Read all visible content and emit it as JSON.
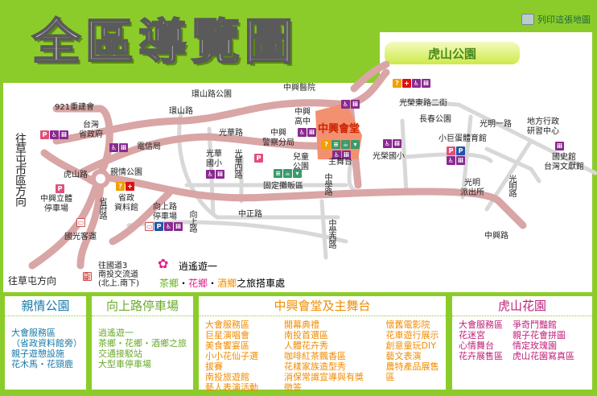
{
  "header": {
    "title": "全區導覽圖",
    "print_label": "列印這張地圖",
    "destination": "虎山公園"
  },
  "map": {
    "labels": {
      "rebuild": "921重建會",
      "huanshan_rd": "環山路",
      "huanshan_park": "環山路公園",
      "zhongxing_hospital": "中興醫院",
      "guangrong_e2": "光榮東路二街",
      "taiwan_gov": "台灣\n省政府",
      "telecom": "電信局",
      "to_caotun_city": "往草屯市區方向",
      "hushan_rd": "虎山路",
      "family_park": "親情公園",
      "prov_archives": "省政\n資料館",
      "zhongxing_parking": "中興立體\n停車場",
      "shengfu_rd": "省府路",
      "kuokuang": "國光客運",
      "to_caotun": "往草屯方向",
      "to_fwy3": "往國道3\n南投交流道\n(北上.南下)",
      "xiangshang_parking": "向上路\n停車場",
      "xiangshang_rd": "向上路",
      "guanghua_rd": "光華路",
      "guanghua_school": "光華\n國小",
      "guanghua_w_rd": "光華四路",
      "police": "中興\n警察分局",
      "zx_high": "中興\n高中",
      "childrens_park": "兒童\n公園",
      "stalls": "固定攤販區",
      "zhongzheng_rd": "中正路",
      "zhongxue_rd": "中學路",
      "zhongxue_w_rd": "中學西路",
      "hall": "中興會堂",
      "main_stage": "主舞台",
      "guangrong_school": "光榮國小",
      "changchun_park": "長春公園",
      "gym": "小巨蛋體育館",
      "guangming1": "光明一路",
      "training_center": "地方行政\n研習中心",
      "history_museum": "國史館\n台灣文獻館",
      "police_gm": "光明\n派出所",
      "guangming_rd": "光明路",
      "zhongxing_rd": "中興路"
    },
    "tour_stop": {
      "line1": "逍遙遊一",
      "tea": "茶鄉",
      "dot": "・",
      "flower": "花鄉",
      "wine": "酒鄉",
      "suffix": "之旅搭車處"
    }
  },
  "panels": [
    {
      "title": "親情公園",
      "color": "#1a7aa8",
      "items": [
        "大會服務區",
        "（省政資料館旁）",
        "親子遊憩設施",
        "花木馬・花頸鹿"
      ]
    },
    {
      "title": "向上路停車場",
      "color": "#6aaa2a",
      "items": [
        "逍遙遊一",
        "茶鄉・花鄉・酒鄉之旅",
        "交通接駁站",
        "大型車停車場"
      ]
    },
    {
      "title": "中興會堂及主舞台",
      "color": "#f08c00",
      "items": [
        "大會服務區",
        "巨星演唱會",
        "美食饗宴區",
        "小小花仙子選拔賽",
        "南投旅遊館",
        "藝人表演活動",
        "開幕典禮",
        "南投首選區",
        "人體花卉秀",
        "咖啡紅茶飄香區",
        "花樣家族造型秀",
        "消保常識宣導與有獎徵答",
        "懷舊電影院",
        "花車遊行展示",
        "創意童玩DIY",
        "藝文表演",
        "農特產品展售區"
      ]
    },
    {
      "title": "虎山花園",
      "color": "#c0207a",
      "items": [
        "大會服務區",
        "花迷宮",
        "心情舞台",
        "花卉展售區",
        "爭奇鬥豔館",
        "親子花會拼圖",
        "情定玫瑰園",
        "虎山花園寫真區"
      ]
    }
  ]
}
